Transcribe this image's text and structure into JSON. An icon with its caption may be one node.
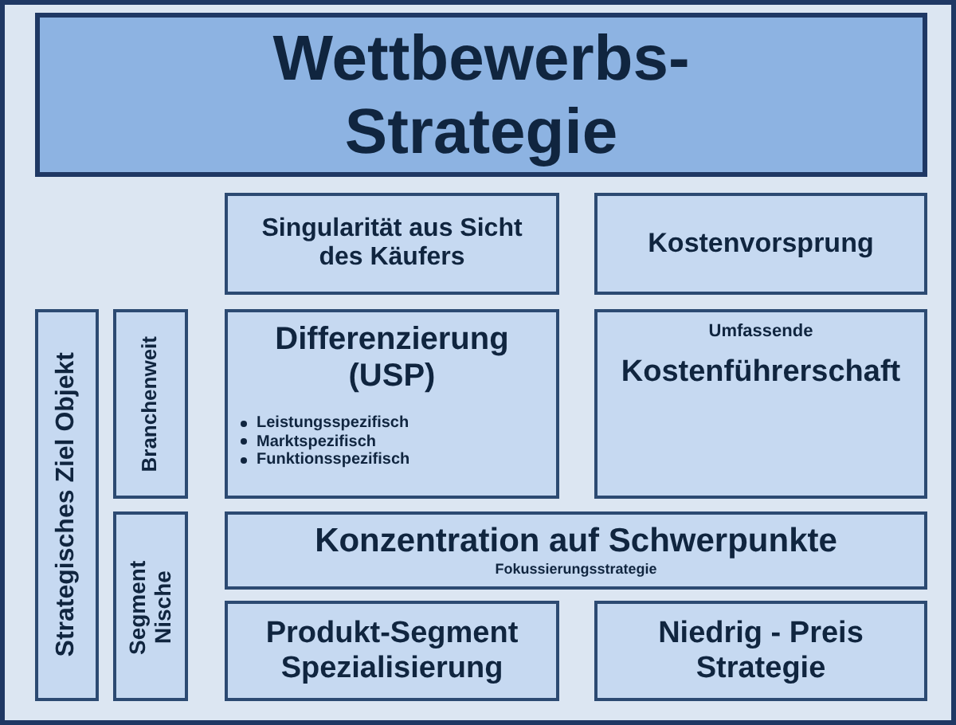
{
  "diagram": {
    "nodes": [
      {
        "text": [
          "Wettbewerbs- Strategie"
        ]
      },
      {
        "text": [
          "Singularität aus Sicht des Käufers"
        ]
      },
      {
        "text": [
          "Kostenvorsprung"
        ]
      },
      {
        "text": [
          "Strategisches Ziel Objekt"
        ]
      },
      {
        "text": [
          "Branchenweit"
        ]
      },
      {
        "text": [
          "Differenzierung (USP)",
          "Leistungsspezifisch",
          "Marktspezifisch",
          "Funktionsspezifisch"
        ]
      },
      {
        "text": [
          "Umfassende",
          "Kostenführerschaft"
        ]
      },
      {
        "text": [
          "Segment Nische"
        ]
      },
      {
        "text": [
          "Konzentration auf Schwerpunkte",
          "Fokussierungsstrategie"
        ]
      },
      {
        "text": [
          "Produkt-Segment Spezialisierung"
        ]
      },
      {
        "text": [
          "Niedrig - Preis Strategie"
        ]
      }
    ]
  }
}
